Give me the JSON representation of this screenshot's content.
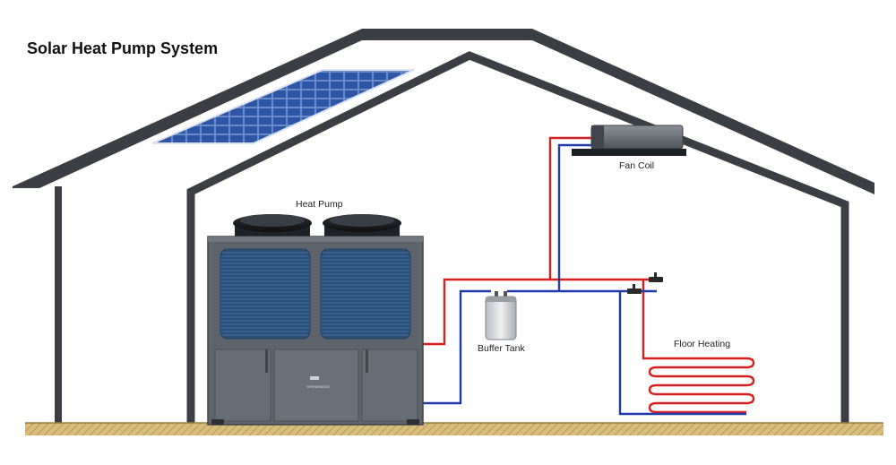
{
  "title": "Solar Heat Pump System",
  "labels": {
    "heat_pump": "Heat Pump",
    "fan_coil": "Fan Coil",
    "buffer_tank": "Buffer Tank",
    "floor_heating": "Floor Heating",
    "unit_brand": "SHENGNENG"
  },
  "colors": {
    "hot_pipe": "#d62020",
    "cold_pipe": "#1f3aa8",
    "house_outline": "#3b3f44",
    "solar_panel": "#2e55a8",
    "heat_pump_body": "#5d646b",
    "heat_pump_grille": "#2c4f78",
    "floor": "#c9a864"
  },
  "icons": {
    "solar_panel": "solar-panel-icon",
    "heat_pump": "heat-pump-unit-icon",
    "fan_coil": "fan-coil-unit-icon",
    "buffer_tank": "buffer-tank-icon",
    "floor_heating": "floor-heating-coil-icon",
    "valve": "valve-icon"
  }
}
